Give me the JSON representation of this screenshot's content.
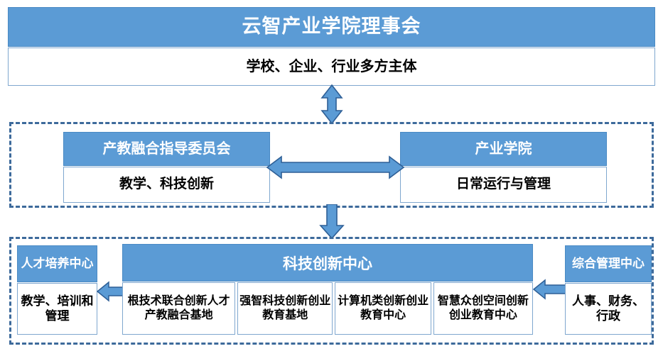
{
  "diagram": {
    "title": "云智产业学院理事会",
    "accent_color": "#5B9BD5",
    "dashed_border_color": "#3D6A9B",
    "box_border_color": "#7FA7CF"
  },
  "top": {
    "head": "云智产业学院理事会",
    "body": "学校、企业、行业多方主体"
  },
  "middle": {
    "left": {
      "head": "产教融合指导委员会",
      "body": "教学、科技创新"
    },
    "right": {
      "head": "产业学院",
      "body": "日常运行与管理"
    }
  },
  "bottom": {
    "left": {
      "head": "人才培养中心",
      "body": "教学、培训和管理"
    },
    "center": {
      "head": "科技创新中心",
      "children": [
        "根技术联合创新人才产教融合基地",
        "强智科技创新创业教育基地",
        "计算机类创新创业教育中心",
        "智慧众创空间创新创业教育中心"
      ]
    },
    "right": {
      "head": "综合管理中心",
      "body": "人事、财务、行政"
    }
  },
  "arrows": {
    "top_to_middle": "double-vertical-arrow",
    "middle_to_bottom": "down-arrow",
    "middle_horizontal": "double-horizontal-arrow",
    "center_to_left": "left-arrow",
    "right_to_center": "left-arrow"
  }
}
